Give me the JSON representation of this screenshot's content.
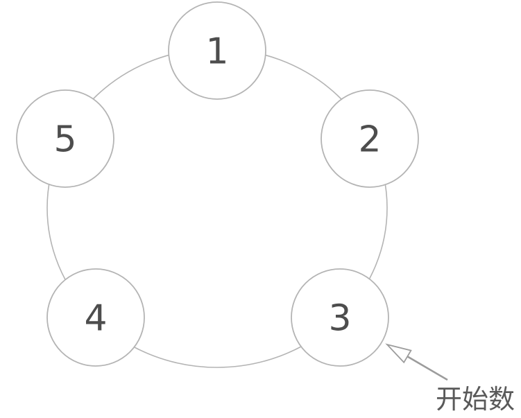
{
  "page": {
    "background_color": "#ffffff"
  },
  "diagram": {
    "type": "cycle",
    "ring_color": "#b4b4b4",
    "node_fill": "#ffffff",
    "node_stroke": "#b4b4b4",
    "number_color": "#4d4d4d",
    "nodes": [
      {
        "label": "1"
      },
      {
        "label": "2"
      },
      {
        "label": "3"
      },
      {
        "label": "4"
      },
      {
        "label": "5"
      }
    ],
    "annotation": {
      "label": "开始数",
      "color": "#595959",
      "arrow_color": "#9c9c9c",
      "target_node": "3"
    }
  }
}
